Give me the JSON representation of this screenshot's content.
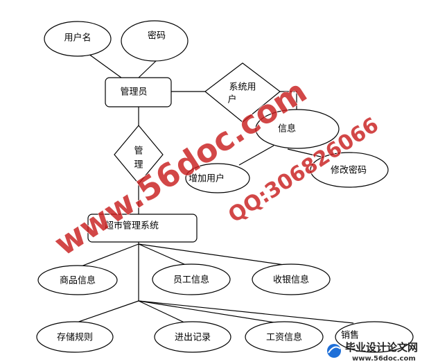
{
  "diagram": {
    "attributes": {
      "username": "用户名",
      "password": "密码",
      "info": "信息",
      "add_user": "增加用户",
      "change_password": "修改密码",
      "product_info": "商品信息",
      "employee_info": "员工信息",
      "cashier_info": "收银信息",
      "storage_rules": "存储规则",
      "in_out_records": "进出记录",
      "salary_info": "工资信息",
      "sales": "销售"
    },
    "entities": {
      "admin": "管理员",
      "system": "超市管理系统"
    },
    "relationships": {
      "system_user": [
        "系统用",
        "户"
      ],
      "manage": [
        "管",
        "理"
      ]
    }
  },
  "watermark": {
    "site_diagonal": "www.56doc.com",
    "qq_diagonal": "QQ:306826066",
    "brand": "毕业设计论文网",
    "brand_url": "www.56doc.com"
  }
}
